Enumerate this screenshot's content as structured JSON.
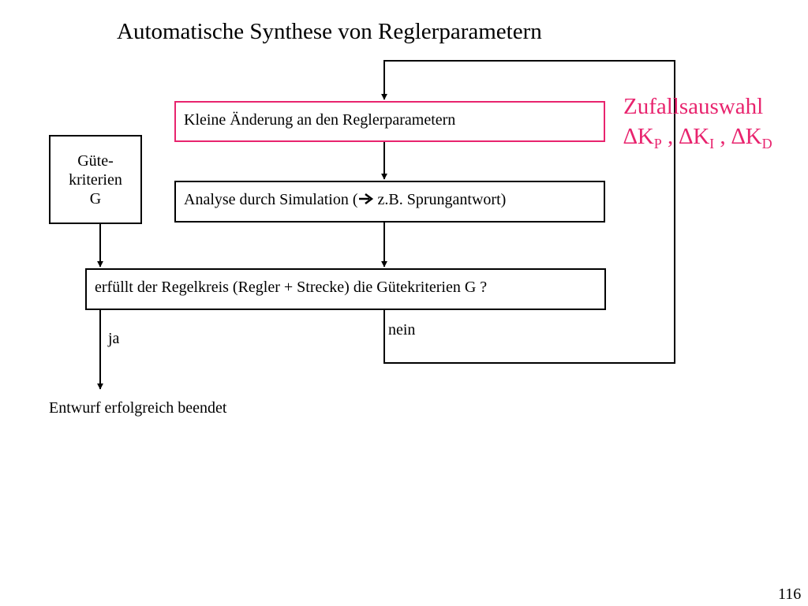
{
  "title": "Automatische Synthese von Reglerparametern",
  "boxes": {
    "change": "Kleine Änderung an den Reglerparametern",
    "analyse_before": "Analyse durch Simulation (",
    "analyse_after": " z.B. Sprungantwort)",
    "check": "erfüllt der Regelkreis (Regler + Strecke) die Gütekriterien G ?",
    "criteria_line1": "Güte-",
    "criteria_line2": "kriterien",
    "criteria_line3": "G"
  },
  "labels": {
    "yes": "ja",
    "no": "nein",
    "done": "Entwurf erfolgreich beendet"
  },
  "random": {
    "heading": "Zufallsauswahl",
    "delta": "∆",
    "k": "K",
    "sub_p": "P",
    "sub_i": "I",
    "sub_d": "D",
    "separator": " , "
  },
  "page_number": "116",
  "colors": {
    "accent": "#e8246e",
    "lines": "#000000"
  },
  "icons": {
    "arrow_in_text": "right-arrow-icon"
  }
}
